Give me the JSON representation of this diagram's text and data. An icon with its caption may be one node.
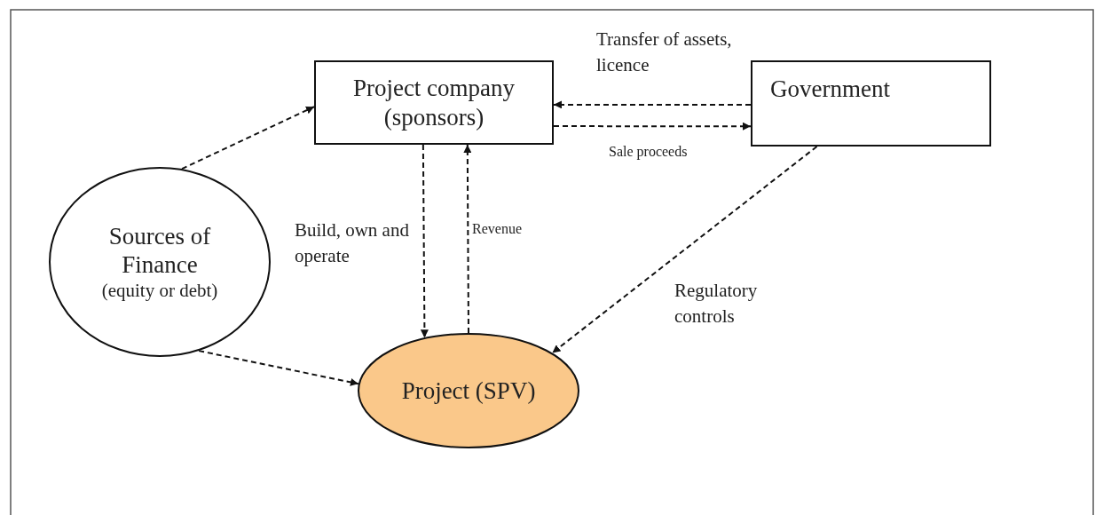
{
  "diagram": {
    "nodes": [
      {
        "text": [
          "Project company (sponsors)"
        ]
      },
      {
        "text": [
          "Government"
        ]
      },
      {
        "text": [
          "Sources of Finance",
          "(equity or debt)"
        ]
      },
      {
        "text": [
          "Project (SPV)"
        ]
      }
    ],
    "edges": [
      {
        "from": 1,
        "to": 0,
        "arrow": "to",
        "label": "Transfer of assets, licence",
        "style": "dashed"
      },
      {
        "from": 0,
        "to": 1,
        "arrow": "to",
        "label": "Sale proceeds",
        "style": "dashed"
      },
      {
        "from": 2,
        "to": 0,
        "arrow": "to",
        "style": "dashed"
      },
      {
        "from": 0,
        "to": 3,
        "arrow": "to",
        "label": "Build, own and operate",
        "style": "dashed"
      },
      {
        "from": 3,
        "to": 0,
        "arrow": "to",
        "label": "Revenue",
        "style": "dashed"
      },
      {
        "from": 1,
        "to": 3,
        "arrow": "to",
        "label": "Regulatory controls",
        "style": "dashed"
      },
      {
        "from": 2,
        "to": 3,
        "arrow": "to",
        "style": "dashed"
      }
    ]
  }
}
